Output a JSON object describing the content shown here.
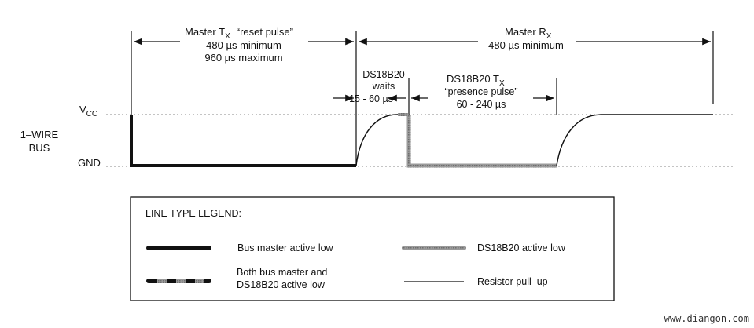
{
  "labels": {
    "master_tx_title": "Master T",
    "master_tx_sub": "X",
    "master_tx_quote": "“reset pulse”",
    "reset_min": "480 µs minimum",
    "reset_max": "960 µs maximum",
    "master_rx_title": "Master R",
    "master_rx_sub": "X",
    "master_rx_min": "480 µs minimum",
    "waits_l1": "DS18B20",
    "waits_l2": "waits",
    "waits_l3": "15 - 60 µs",
    "ds_tx_title": "DS18B20 T",
    "ds_tx_sub": "X",
    "presence": "“presence pulse”",
    "presence_range": "60 - 240 µs",
    "vcc": "V",
    "vcc_sub": "CC",
    "bus_l1": "1–WIRE",
    "bus_l2": "BUS",
    "gnd": "GND"
  },
  "legend": {
    "title": "LINE TYPE LEGEND:",
    "master_low": "Bus master active low",
    "ds_low": "DS18B20 active low",
    "both_l1": "Both bus master and",
    "both_l2": "DS18B20 active low",
    "pullup": "Resistor pull–up"
  },
  "watermark": "www.diangon.com"
}
